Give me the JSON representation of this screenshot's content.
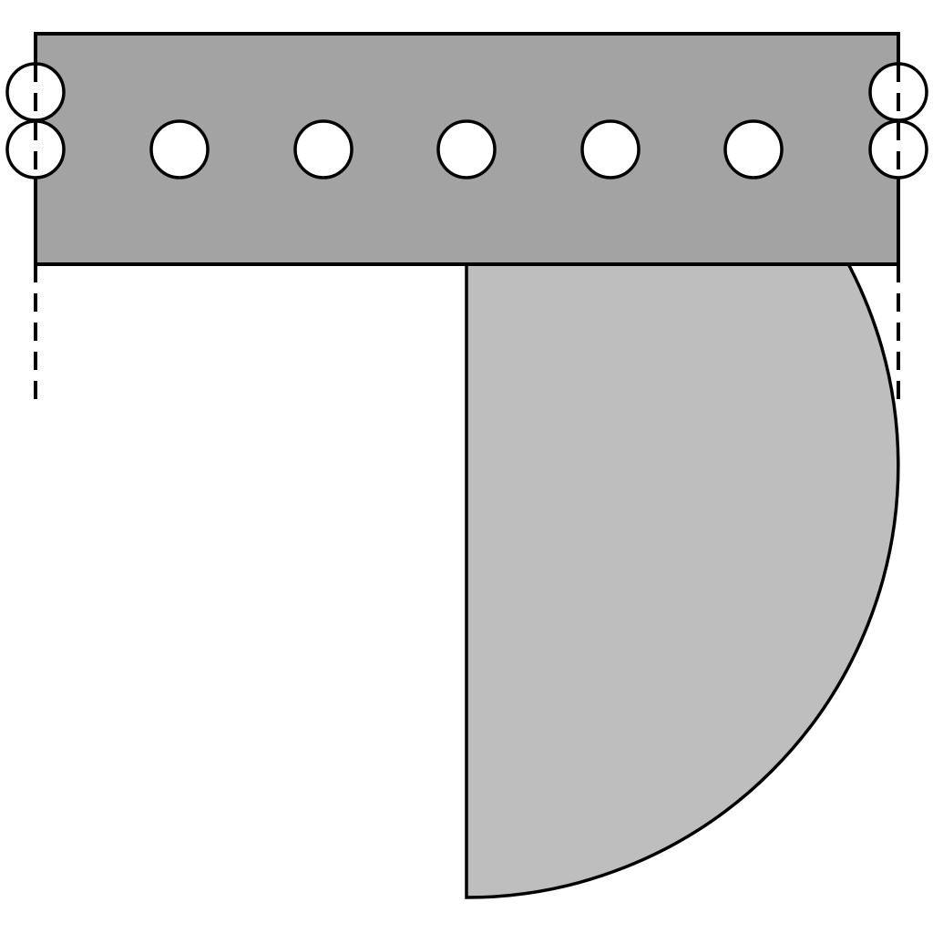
{
  "diagram": {
    "background": "#ffffff",
    "stroke_color": "#000000",
    "bar": {
      "fill": "#a3a3a3"
    },
    "half_disc": {
      "fill": "#bebebe"
    },
    "holes": {
      "fill": "#ffffff",
      "inner_count": 5,
      "edge_rows": 2
    },
    "guides": {
      "style": "dashed",
      "count": 2
    }
  }
}
